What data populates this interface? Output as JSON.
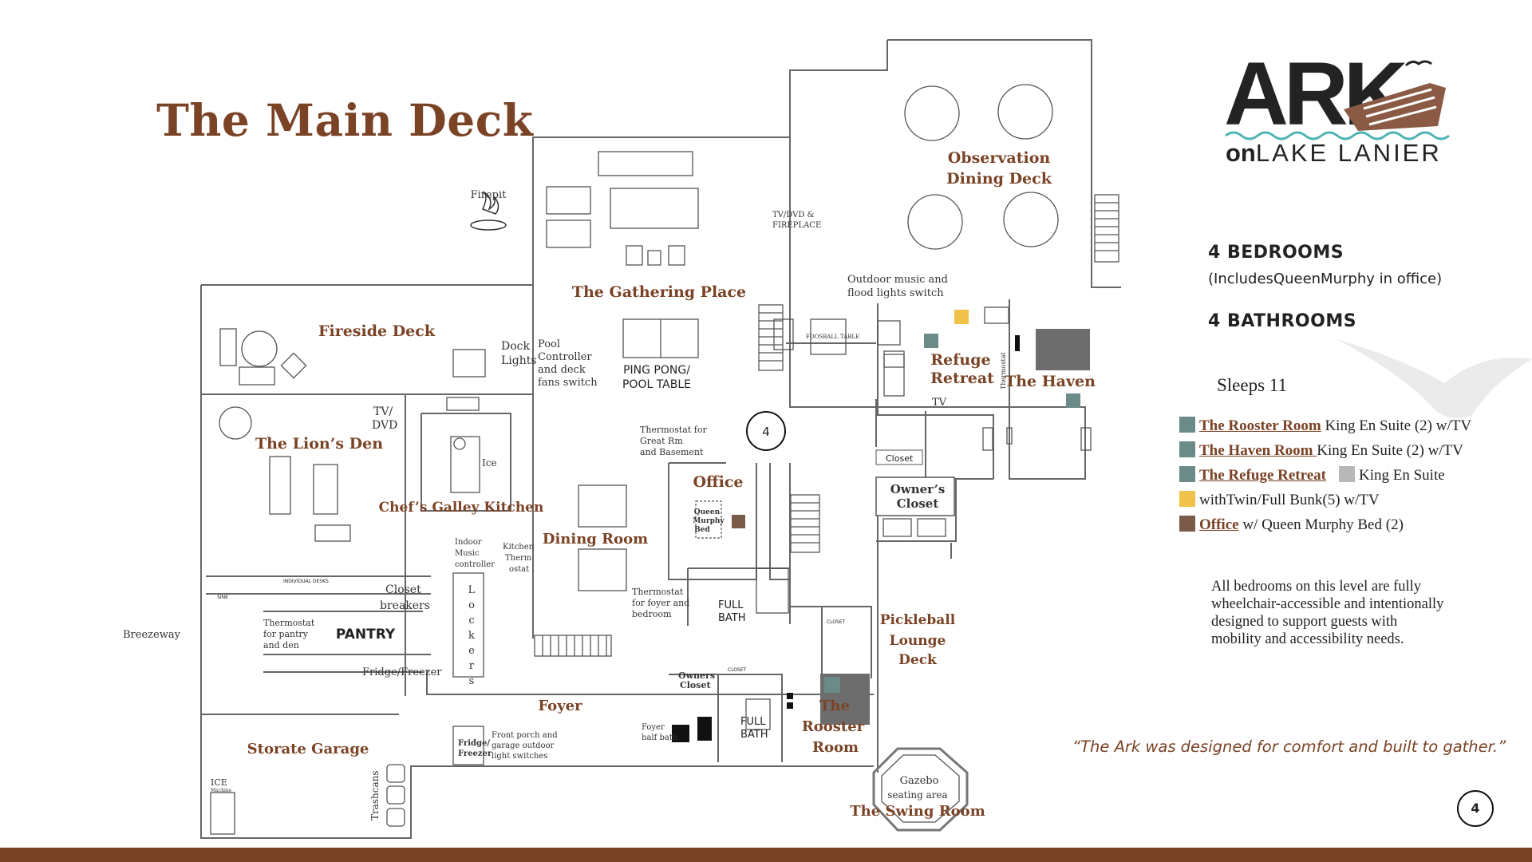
{
  "title": "The Main Deck",
  "logo": {
    "ark": "ARK",
    "on": "on",
    "lake": "LAKE LANIER"
  },
  "info": {
    "bedrooms": "4 BEDROOMS",
    "bedrooms_note": "(IncludesQueenMurphy in office)",
    "bathrooms": "4 BATHROOMS",
    "sleeps": "Sleeps 11"
  },
  "legend": [
    {
      "name": "The Rooster Room",
      "desc": " King En Suite (2) w/TV",
      "color": "#6b8b88"
    },
    {
      "name": "The Haven Room ",
      "desc": "King En Suite (2) w/TV",
      "color": "#6b8b88"
    },
    {
      "name": "The Refuge Retreat",
      "desc": "King En Suite",
      "color": "#6b8b88",
      "color2": "#b8b8b8"
    },
    {
      "name": "",
      "desc": "withTwin/Full Bunk(5) w/TV",
      "color": "#f0c24a"
    },
    {
      "name": "Office",
      "desc": " w/ Queen Murphy Bed (2)",
      "color": "#7a5a48"
    }
  ],
  "accessibility_note": "All bedrooms on this level are fully wheelchair-accessible and intentionally designed to support guests with mobility and accessibility needs.",
  "quote": "“The Ark was designed for comfort and built to gather.”",
  "page_number": "4",
  "rooms": {
    "observation": [
      "Observation",
      "Dining Deck"
    ],
    "gathering": "The Gathering Place",
    "fireside": "Fireside Deck",
    "lions_den": "The Lion’s Den",
    "galley": "Chef’s Galley Kitchen",
    "dining": "Dining Room",
    "office": "Office",
    "refuge": [
      "Refuge",
      "Retreat"
    ],
    "haven": "The Haven",
    "pickleball": [
      "Pickleball",
      "Lounge",
      "Deck"
    ],
    "rooster": [
      "The",
      "Rooster",
      "Room"
    ],
    "foyer": "Foyer",
    "garage": "Storate Garage",
    "swing": "The Swing Room",
    "pantry": "PANTRY",
    "owners_closet": [
      "Owner’s",
      "Closet"
    ]
  },
  "labels": {
    "firepit": "Firepit",
    "tv_fireplace": [
      "TV/DVD &",
      "FIREPLACE"
    ],
    "outdoor_music": [
      "Outdoor music and",
      "flood lights switch"
    ],
    "foosball": "FOOSBALL TABLE",
    "pool_controller": [
      "Pool",
      "Controller",
      "and deck",
      "fans switch"
    ],
    "dock_lights": [
      "Dock",
      "Lights"
    ],
    "ping_pong": [
      "PING PONG/",
      "POOL TABLE"
    ],
    "tv_dvd": [
      "TV/",
      "DVD"
    ],
    "ice": "Ice",
    "thermostat_great": [
      "Thermostat for",
      "Great Rm",
      "and Basement"
    ],
    "floor_marker": "4",
    "murphy": [
      "Queen",
      "Murphy",
      "Bed"
    ],
    "closet_small": "Closet",
    "tv": "TV",
    "thermostat_vert": "Thermostat",
    "indoor_music": [
      "Indoor",
      "Music",
      "controller"
    ],
    "kitchen_therm": [
      "Kitchen",
      "Therm",
      "ostat"
    ],
    "individual_desks": "INDIVIDUAL DESKS",
    "sink": "SINK",
    "closet_breakers": [
      "Closet",
      "breakers"
    ],
    "thermostat_pantry": [
      "Thermostat",
      "for pantry",
      "and den"
    ],
    "lockers": [
      "L",
      "o",
      "c",
      "k",
      "e",
      "r",
      "s"
    ],
    "thermostat_foyer": [
      "Thermostat",
      "for foyer and",
      "bedroom"
    ],
    "full_bath": [
      "FULL",
      "BATH"
    ],
    "breezeway": "Breezeway",
    "fridge_freezer": "Fridge/Freezer",
    "owners_closet_small": [
      "Owners",
      "Closet"
    ],
    "foyer_half": [
      "Foyer",
      "half bath"
    ],
    "full_bath2": [
      "FULL",
      "BATH"
    ],
    "closet_caps": "CLOSET",
    "fridge_small": [
      "Fridge/",
      "Freezer"
    ],
    "front_porch": [
      "Front porch and",
      "garage outdoor",
      "light switches"
    ],
    "ice_machine": [
      "ICE",
      "Machine"
    ],
    "trashcans": "Trashcans",
    "gazebo": [
      "Gazebo",
      "seating area"
    ]
  }
}
